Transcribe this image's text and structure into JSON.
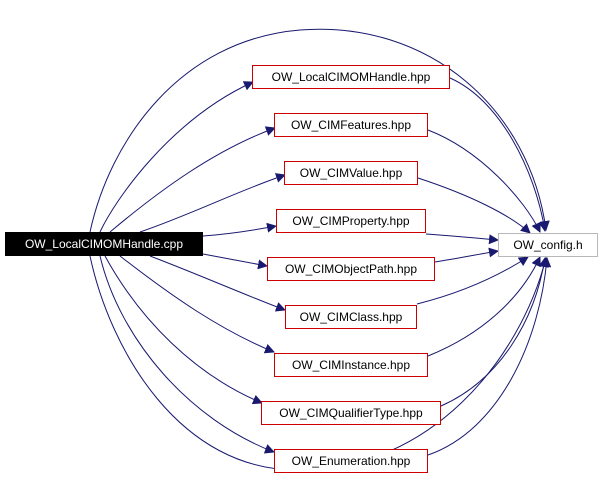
{
  "graph": {
    "root": {
      "label": "OW_LocalCIMOMHandle.cpp"
    },
    "includes": [
      {
        "label": "OW_LocalCIMOMHandle.hpp"
      },
      {
        "label": "OW_CIMFeatures.hpp"
      },
      {
        "label": "OW_CIMValue.hpp"
      },
      {
        "label": "OW_CIMProperty.hpp"
      },
      {
        "label": "OW_CIMObjectPath.hpp"
      },
      {
        "label": "OW_CIMClass.hpp"
      },
      {
        "label": "OW_CIMInstance.hpp"
      },
      {
        "label": "OW_CIMQualifierType.hpp"
      },
      {
        "label": "OW_Enumeration.hpp"
      }
    ],
    "target": {
      "label": "OW_config.h"
    },
    "colors": {
      "edge": "#191970",
      "include_border": "#cc0000",
      "target_border": "#b8b8b8",
      "root_fill": "#000000"
    }
  }
}
